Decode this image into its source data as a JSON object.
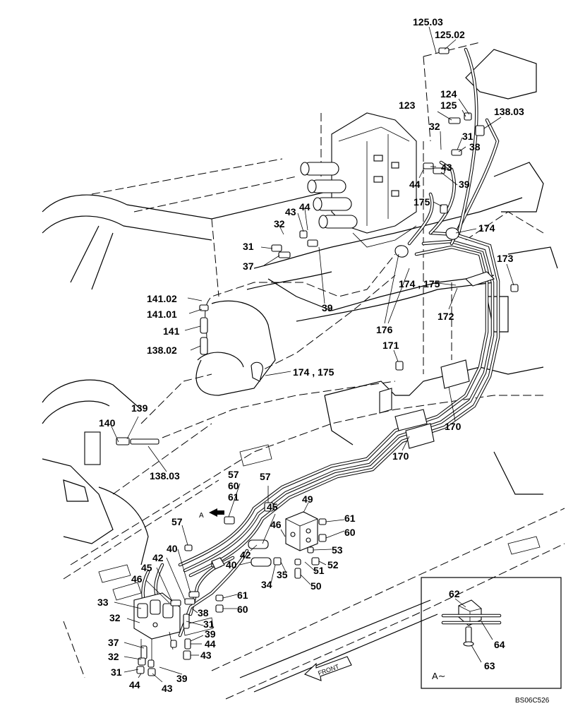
{
  "drawing_code": "BS06C526",
  "detail": {
    "view_marker": "A",
    "view_label": "A∼",
    "parts": [
      "62",
      "64",
      "63"
    ]
  },
  "front_arrow_label": "FRONT",
  "callouts": [
    "125.03",
    "125.02",
    "124",
    "125",
    "123",
    "138.03",
    "32",
    "31",
    "38",
    "43",
    "44",
    "39",
    "175",
    "174",
    "173",
    "174 , 175",
    "172",
    "43",
    "44",
    "32",
    "31",
    "37",
    "39",
    "141.02",
    "141.01",
    "141",
    "138.02",
    "176",
    "171",
    "174 , 175",
    "139",
    "140",
    "138.03",
    "170",
    "170",
    "57",
    "60",
    "61",
    "57",
    "49",
    "45",
    "61",
    "60",
    "46",
    "53",
    "52",
    "51",
    "50",
    "35",
    "34",
    "42",
    "40",
    "57",
    "40",
    "42",
    "45",
    "46",
    "33",
    "32",
    "61",
    "60",
    "38",
    "31",
    "39",
    "44",
    "43",
    "37",
    "32",
    "31",
    "44",
    "43",
    "39"
  ]
}
